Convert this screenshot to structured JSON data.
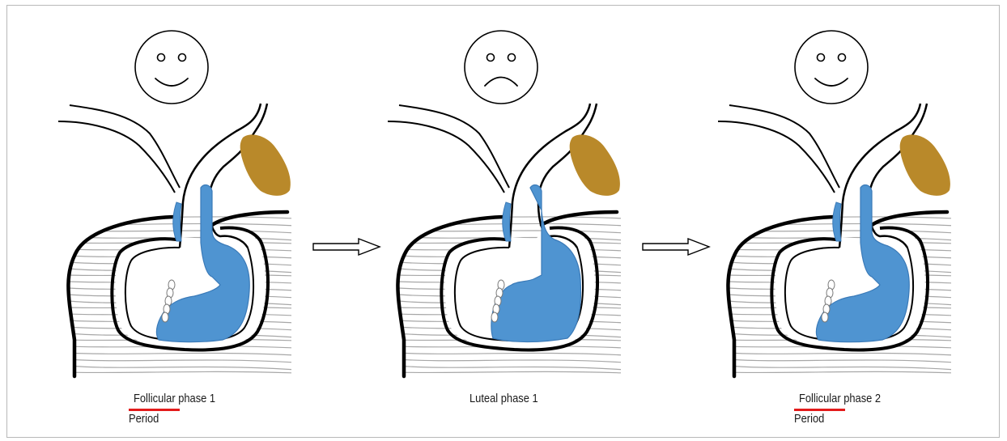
{
  "colors": {
    "fluid": "#4f94d1",
    "fluid_stroke": "#3a7ab8",
    "ovary": "#b9892a",
    "outline": "#000000",
    "hatch": "#a7a7a7",
    "underline": "#e31b1b"
  },
  "panels": [
    {
      "mood": "happy",
      "phase_label": "Follicular phase 1",
      "underlined_word": "Follicular",
      "sub_label": "Period",
      "fluid_shape": "follicular"
    },
    {
      "mood": "sad",
      "phase_label": "Luteal phase 1",
      "underlined_word": "",
      "sub_label": "",
      "fluid_shape": "luteal"
    },
    {
      "mood": "happy",
      "phase_label": "Follicular phase 2",
      "underlined_word": "Follicular",
      "sub_label": "Period",
      "fluid_shape": "follicular"
    }
  ],
  "arrows": [
    {
      "from": "panel-1",
      "to": "panel-2",
      "icon": "right-arrow-icon"
    },
    {
      "from": "panel-2",
      "to": "panel-3",
      "icon": "right-arrow-icon"
    }
  ]
}
